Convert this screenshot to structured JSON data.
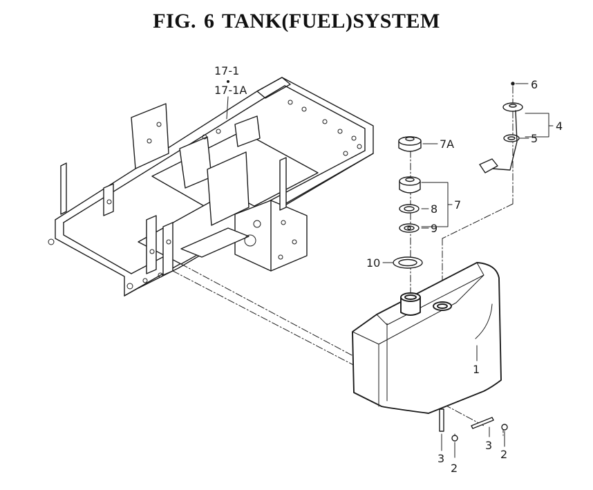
{
  "title": "FIG. 6 TANK(FUEL)SYSTEM",
  "callouts": {
    "c1": "1",
    "c2a": "2",
    "c2b": "2",
    "c3a": "3",
    "c3b": "3",
    "c4": "4",
    "c5": "5",
    "c6": "6",
    "c7": "7",
    "c7a": "7A",
    "c8": "8",
    "c9": "9",
    "c10": "10",
    "c17_1": "17-1",
    "c17_1a": "17-1A"
  },
  "colors": {
    "line": "#1a1a1a",
    "background": "#ffffff"
  }
}
